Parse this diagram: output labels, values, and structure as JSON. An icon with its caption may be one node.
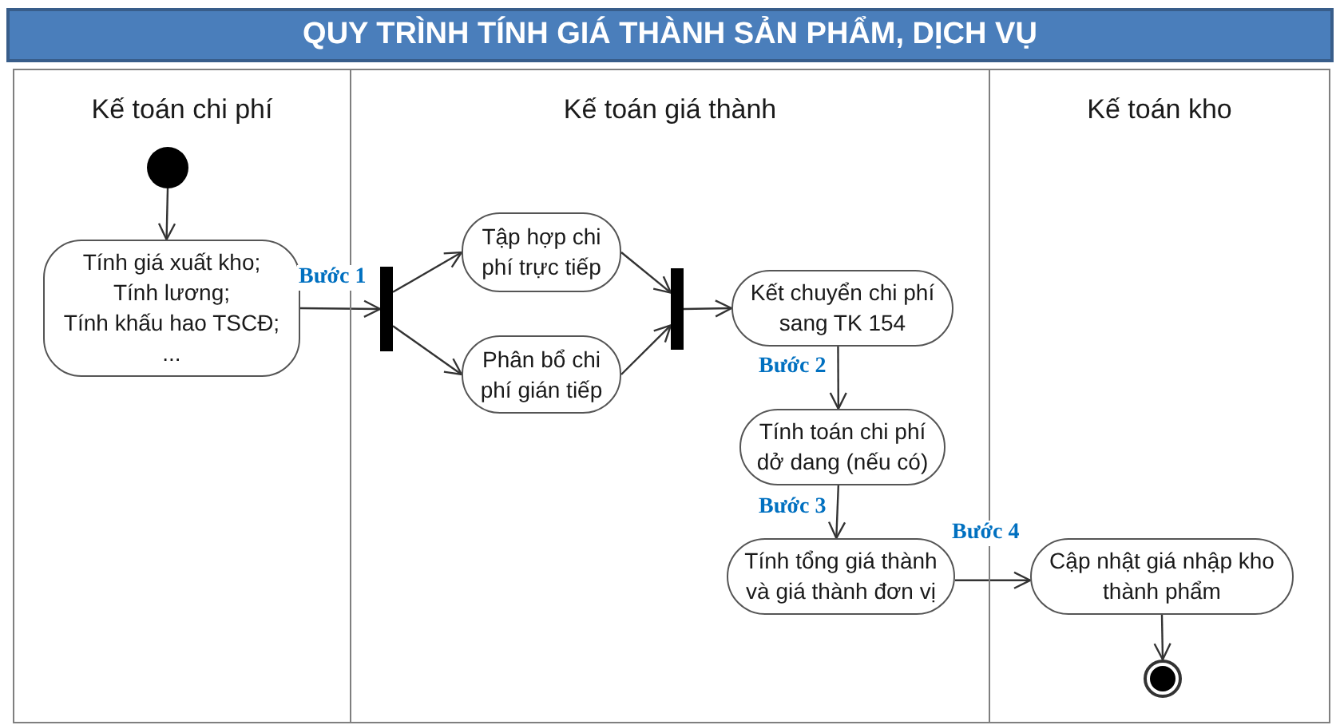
{
  "diagram": {
    "title": "QUY TRÌNH TÍNH GIÁ THÀNH SẢN PHẨM, DỊCH VỤ",
    "nodes": [
      {
        "text": [
          "Kế toán chi phí"
        ]
      },
      {
        "text": [
          "Kế toán giá thành"
        ]
      },
      {
        "text": [
          "Kế toán kho"
        ]
      },
      {
        "text": [],
        "shape": "circle",
        "in": 0
      },
      {
        "text": [
          "Tính giá xuất kho;",
          "Tính lương;",
          "Tính khấu hao TSCĐ;",
          "..."
        ],
        "in": 0
      },
      {
        "text": [],
        "shape": "bar",
        "in": 1
      },
      {
        "text": [
          "Tập hợp chi phí trực tiếp"
        ],
        "in": 1
      },
      {
        "text": [
          "Phân bổ chi phí gián tiếp"
        ],
        "in": 1
      },
      {
        "text": [],
        "shape": "bar",
        "in": 1
      },
      {
        "text": [
          "Kết chuyển chi phí sang TK 154"
        ],
        "in": 1
      },
      {
        "text": [
          "Tính toán chi phí dở dang (nếu có)"
        ],
        "in": 1
      },
      {
        "text": [
          "Tính tổng giá thành và giá thành đơn vị"
        ],
        "in": 1
      },
      {
        "text": [
          "Cập nhật giá nhập kho thành phẩm"
        ],
        "in": 2
      },
      {
        "text": [],
        "shape": "circle",
        "in": 2
      }
    ],
    "edges": [
      {
        "from": 3,
        "to": 4,
        "arrow": "to"
      },
      {
        "from": 4,
        "to": 5,
        "arrow": "to",
        "label": "Bước 1"
      },
      {
        "from": 5,
        "to": 6,
        "arrow": "to"
      },
      {
        "from": 5,
        "to": 7,
        "arrow": "to"
      },
      {
        "from": 6,
        "to": 8,
        "arrow": "to"
      },
      {
        "from": 7,
        "to": 8,
        "arrow": "to"
      },
      {
        "from": 8,
        "to": 9,
        "arrow": "to"
      },
      {
        "from": 9,
        "to": 10,
        "arrow": "to",
        "label": "Bước 2"
      },
      {
        "from": 10,
        "to": 11,
        "arrow": "to",
        "label": "Bước 3"
      },
      {
        "from": 11,
        "to": 12,
        "arrow": "to",
        "label": "Bước 4"
      },
      {
        "from": 12,
        "to": 13,
        "arrow": "to"
      }
    ]
  }
}
